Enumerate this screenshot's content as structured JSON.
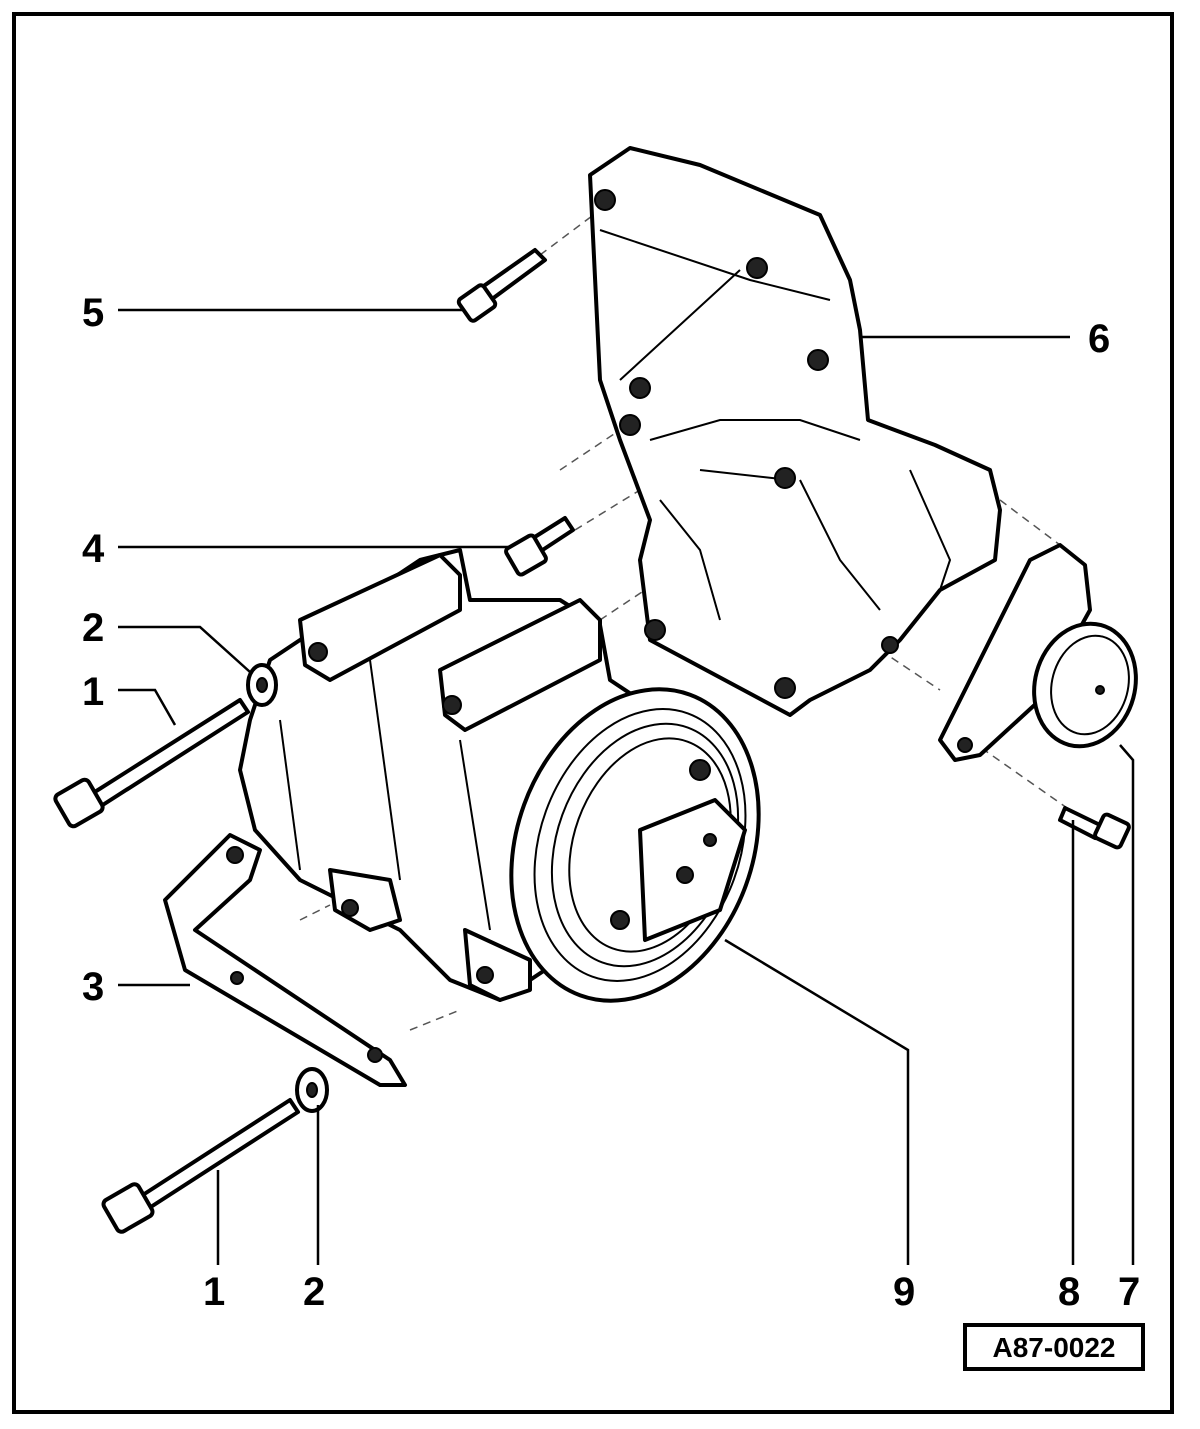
{
  "figure": {
    "reference_code": "A87-0022",
    "callouts": [
      {
        "id": "c1-left",
        "text": "1"
      },
      {
        "id": "c2-left",
        "text": "2"
      },
      {
        "id": "c3",
        "text": "3"
      },
      {
        "id": "c4",
        "text": "4"
      },
      {
        "id": "c5",
        "text": "5"
      },
      {
        "id": "c6",
        "text": "6"
      },
      {
        "id": "c1-bottom",
        "text": "1"
      },
      {
        "id": "c2-bottom",
        "text": "2"
      },
      {
        "id": "c9",
        "text": "9"
      },
      {
        "id": "c8",
        "text": "8"
      },
      {
        "id": "c7",
        "text": "7"
      }
    ]
  }
}
